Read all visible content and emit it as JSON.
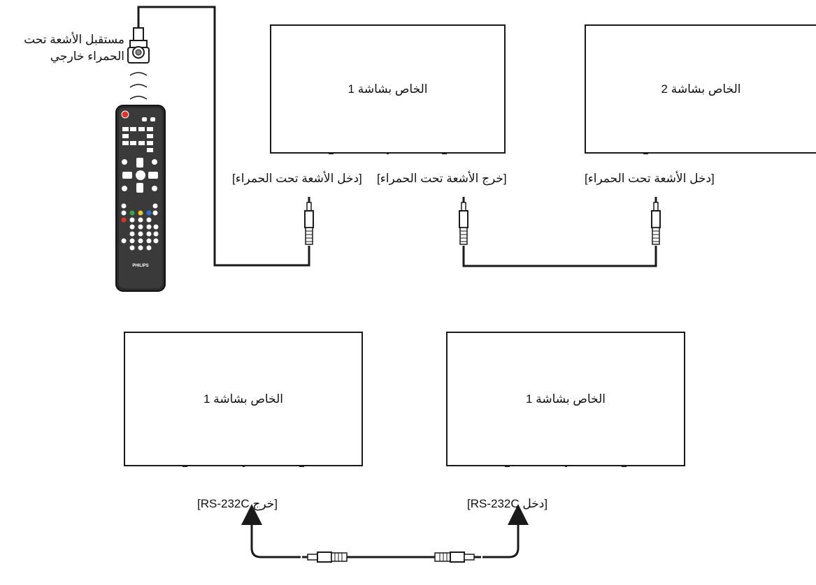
{
  "ir_receiver": {
    "label_line1": "مستقبل الأشعة تحت",
    "label_line2": "الحمراء خارجي"
  },
  "remote": {
    "brand": "PHILIPS"
  },
  "top_row": {
    "display_1": {
      "label": "الخاص بشاشة 1"
    },
    "display_2": {
      "label": "الخاص بشاشة 2"
    },
    "port_ir_in_1": "[دخل الأشعة تحت الحمراء]",
    "port_ir_out_1": "[خرج الأشعة تحت الحمراء]",
    "port_ir_in_2": "[دخل الأشعة تحت الحمراء]"
  },
  "bottom_row": {
    "display_left": {
      "label": "الخاص بشاشة 1"
    },
    "display_right": {
      "label": "الخاص بشاشة 1"
    },
    "port_rs232_out": "[خرج RS-232C]",
    "port_rs232_in": "[دخل RS-232C]"
  },
  "colors": {
    "line": "#1a1a1a",
    "power_button": "#d9362b",
    "remote_body": "#2b2b2b"
  }
}
